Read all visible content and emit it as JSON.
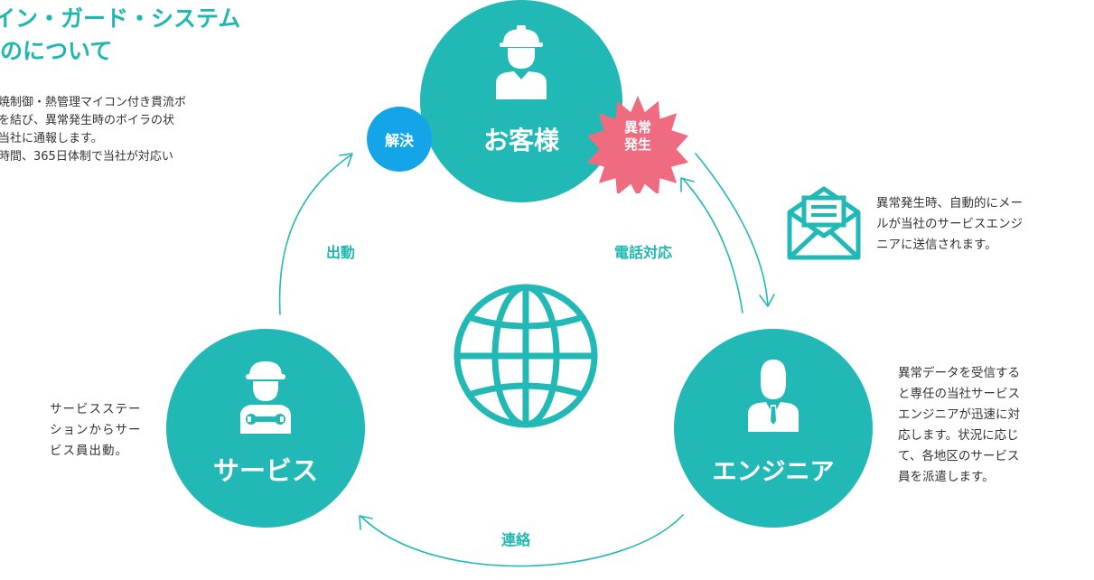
{
  "title": {
    "line1": "イン・ガード・システム",
    "line2": "のについて"
  },
  "intro": [
    "焼制御・熱管理マイコン付き貫流ボ",
    "を結び、異常発生時のボイラの状",
    "当社に通報します。",
    "時間、365日体制で当社が対応い"
  ],
  "nodes": {
    "customer": "お客様",
    "service": "サービス",
    "engineer": "エンジニア"
  },
  "badges": {
    "resolve": "解決",
    "anomaly": [
      "異常",
      "発生"
    ]
  },
  "edges": {
    "dispatch": "出動",
    "phone": "電話対応",
    "contact": "連絡"
  },
  "notes": {
    "mail": [
      "異常発生時、自動的にメー",
      "ルが当社のサービスエンジ",
      "ニアに送信されます。"
    ],
    "service": [
      "サービスステー",
      "ションからサー",
      "ビス員出動。"
    ],
    "engineer": [
      "異常データを受信する",
      "と専任の当社サービス",
      "エンジニアが迅速に対",
      "応します。状況に応じ",
      "て、各地区のサービス",
      "員を派遣します。"
    ]
  },
  "colors": {
    "teal": "#22b8b5",
    "title": "#1fb7b0",
    "resolve": "#13a5e7",
    "anomaly": "#ee6b80"
  },
  "icons": [
    "helmet-person-icon",
    "mechanic-person-icon",
    "businessman-icon",
    "globe-icon",
    "mail-icon"
  ]
}
